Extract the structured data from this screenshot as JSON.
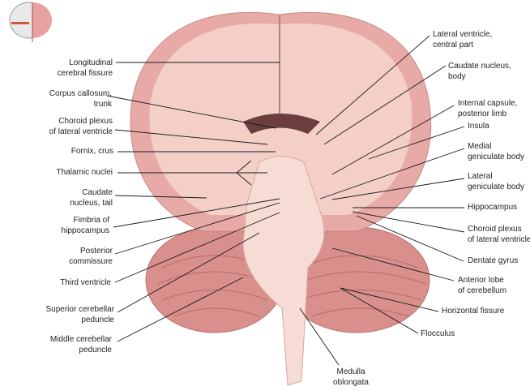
{
  "colors": {
    "cerebrum": "#f3cfc8",
    "cortex": "#e7aaa6",
    "cerebellum": "#d98f8c",
    "brainstem": "#f6dcd4",
    "line": "#1a1a1a"
  },
  "left_labels": [
    {
      "l1": "Longitudinal",
      "l2": "cerebral fissure"
    },
    {
      "l1": "Corpus callosum,",
      "l2": "trunk"
    },
    {
      "l1": "Choroid plexus",
      "l2": "of lateral ventricle"
    },
    {
      "l1": "Fornix, crus",
      "l2": ""
    },
    {
      "l1": "Thalamic nuclei",
      "l2": ""
    },
    {
      "l1": "Caudate",
      "l2": "nucleus, tail"
    },
    {
      "l1": "Fimbria of",
      "l2": "hippocampus"
    },
    {
      "l1": "Posterior",
      "l2": "commissure"
    },
    {
      "l1": "Third ventricle",
      "l2": ""
    },
    {
      "l1": "Superior cerebellar",
      "l2": "peduncle"
    },
    {
      "l1": "Middle cerebellar",
      "l2": "peduncle"
    }
  ],
  "bottom_label": {
    "l1": "Medulla",
    "l2": "oblongata"
  },
  "right_labels": [
    {
      "l1": "Lateral ventricle,",
      "l2": "central part"
    },
    {
      "l1": "Caudate nucleus,",
      "l2": "body"
    },
    {
      "l1": "Internal capsule,",
      "l2": "posterior limb"
    },
    {
      "l1": "Insula",
      "l2": ""
    },
    {
      "l1": "Medial",
      "l2": "geniculate body"
    },
    {
      "l1": "Lateral",
      "l2": "geniculate body"
    },
    {
      "l1": "Hippocampus",
      "l2": ""
    },
    {
      "l1": "Choroid plexus",
      "l2": "of lateral ventricle"
    },
    {
      "l1": "Dentate gyrus",
      "l2": ""
    },
    {
      "l1": "Anterior lobe",
      "l2": "of cerebellum"
    },
    {
      "l1": "Horizontal fissure",
      "l2": ""
    },
    {
      "l1": "Flocculus",
      "l2": ""
    }
  ]
}
